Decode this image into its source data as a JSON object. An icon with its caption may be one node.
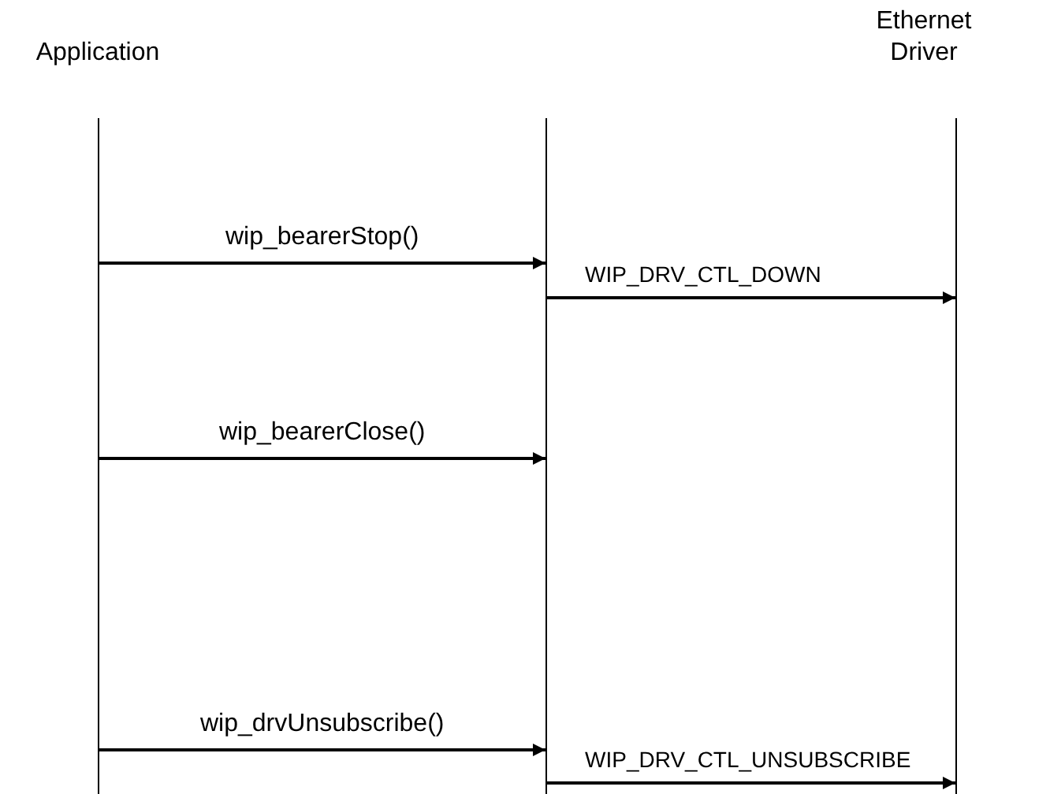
{
  "diagram": {
    "nodes": [
      {
        "text": [
          "Application"
        ]
      },
      {
        "text": [],
        "shape": "line"
      },
      {
        "text": [
          "Ethernet Driver"
        ]
      }
    ],
    "edges": [
      {
        "from": 0,
        "to": 1,
        "arrow": "to",
        "label": "wip_bearerStop()"
      },
      {
        "from": 1,
        "to": 2,
        "arrow": "to",
        "label": "WIP_DRV_CTL_DOWN"
      },
      {
        "from": 0,
        "to": 1,
        "arrow": "to",
        "label": "wip_bearerClose()"
      },
      {
        "from": 0,
        "to": 1,
        "arrow": "to",
        "label": "wip_drvUnsubscribe()"
      },
      {
        "from": 1,
        "to": 2,
        "arrow": "to",
        "label": "WIP_DRV_CTL_UNSUBSCRIBE"
      }
    ]
  }
}
